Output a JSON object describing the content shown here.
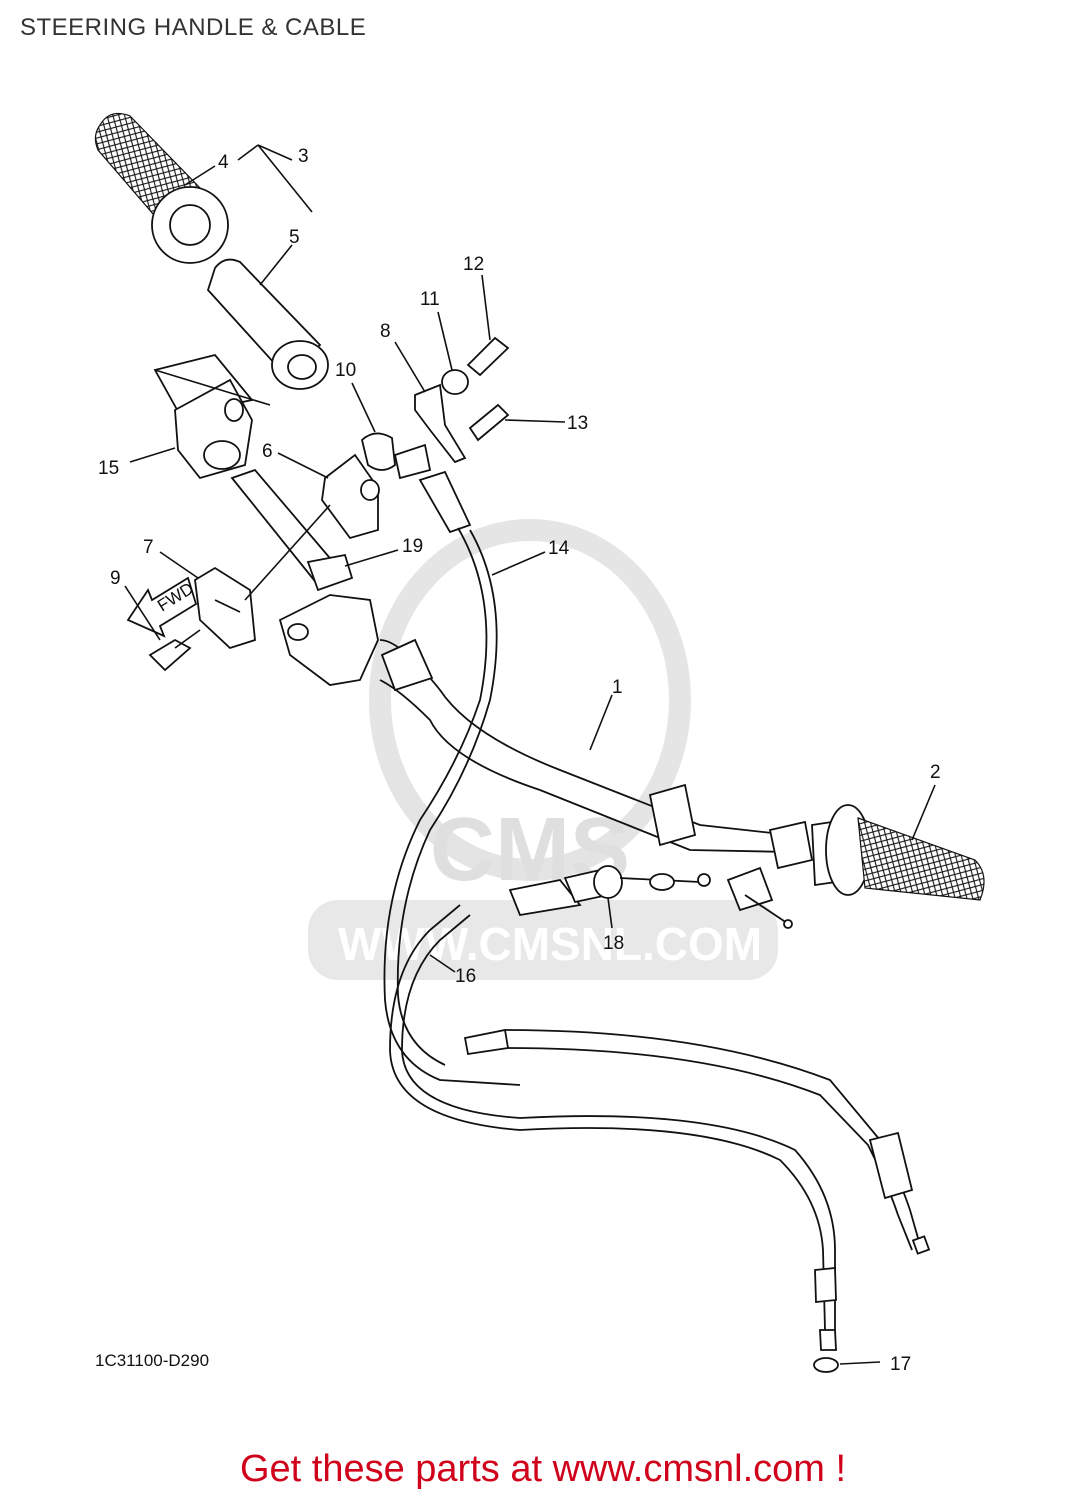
{
  "title": "STEERING HANDLE & CABLE",
  "diagram_code": "1C31100-D290",
  "fwd_label": "FWD",
  "watermark": "WWW.CMSNL.COM",
  "watermark_logo": "CMS",
  "footer_text": "Get these parts at www.cmsnl.com !",
  "callouts": [
    "1",
    "2",
    "3",
    "4",
    "5",
    "6",
    "7",
    "8",
    "9",
    "10",
    "11",
    "12",
    "13",
    "14",
    "15",
    "16",
    "17",
    "18",
    "19"
  ],
  "colors": {
    "footer": "#d0021b",
    "title": "#333333",
    "watermark": "#dcdcdc"
  }
}
